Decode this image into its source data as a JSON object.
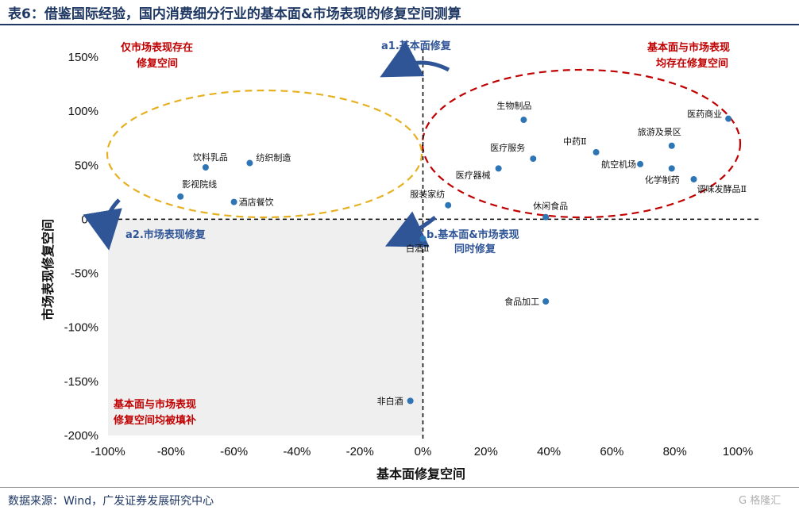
{
  "header": {
    "title": "表6：借鉴国际经验，国内消费细分行业的基本面&市场表现的修复空间测算"
  },
  "footer": {
    "source": "数据来源：Wind，广发证券发展研究中心",
    "watermark": "G 格隆汇"
  },
  "colors": {
    "points": "#2e75b6",
    "red": "#c00000",
    "blue": "#2f5597",
    "yellow": "#e6b020",
    "shade": "#efefef"
  },
  "annotations": {
    "top_left": [
      "仅市场表现存在",
      "修复空间"
    ],
    "top_right": [
      "基本面与市场表现",
      "均存在修复空间"
    ],
    "bottom_left": [
      "基本面与市场表现",
      "修复空间均被填补"
    ],
    "a1": "a1.基本面修复",
    "a2": "a2.市场表现修复",
    "b": [
      "b.基本面&市场表现",
      "同时修复"
    ]
  },
  "chart_data": {
    "type": "scatter",
    "xlabel": "基本面修复空间",
    "ylabel": "市场表现修复空间",
    "xlim": [
      -100,
      100
    ],
    "ylim": [
      -200,
      150
    ],
    "xticks": [
      -100,
      -80,
      -60,
      -40,
      -20,
      0,
      20,
      40,
      60,
      80,
      100
    ],
    "yticks": [
      150,
      100,
      50,
      0,
      -50,
      -100,
      -150,
      -200
    ],
    "xtick_labels": [
      "-100%",
      "-80%",
      "-60%",
      "-40%",
      "-20%",
      "0%",
      "20%",
      "40%",
      "60%",
      "80%",
      "100%"
    ],
    "ytick_labels": [
      "150%",
      "100%",
      "50%",
      "0%",
      "-50%",
      "-100%",
      "-150%",
      "-200%"
    ],
    "points": [
      {
        "label": "医药商业",
        "x": 97,
        "y": 93
      },
      {
        "label": "生物制品",
        "x": 32,
        "y": 92
      },
      {
        "label": "旅游及景区",
        "x": 79,
        "y": 68
      },
      {
        "label": "中药Ⅱ",
        "x": 55,
        "y": 62
      },
      {
        "label": "医疗服务",
        "x": 35,
        "y": 56
      },
      {
        "label": "航空机场",
        "x": 69,
        "y": 51
      },
      {
        "label": "化学制药",
        "x": 79,
        "y": 47
      },
      {
        "label": "医疗器械",
        "x": 24,
        "y": 47
      },
      {
        "label": "调味发酵品Ⅱ",
        "x": 86,
        "y": 37
      },
      {
        "label": "服装家纺",
        "x": 8,
        "y": 13
      },
      {
        "label": "休闲食品",
        "x": 39,
        "y": 2
      },
      {
        "label": "白酒Ⅱ",
        "x": 0,
        "y": -18
      },
      {
        "label": "食品加工",
        "x": 39,
        "y": -76
      },
      {
        "label": "非白酒",
        "x": -4,
        "y": -168
      },
      {
        "label": "饮料乳品",
        "x": -69,
        "y": 48
      },
      {
        "label": "纺织制造",
        "x": -55,
        "y": 52
      },
      {
        "label": "影视院线",
        "x": -77,
        "y": 21
      },
      {
        "label": "酒店餐饮",
        "x": -60,
        "y": 16
      }
    ]
  }
}
